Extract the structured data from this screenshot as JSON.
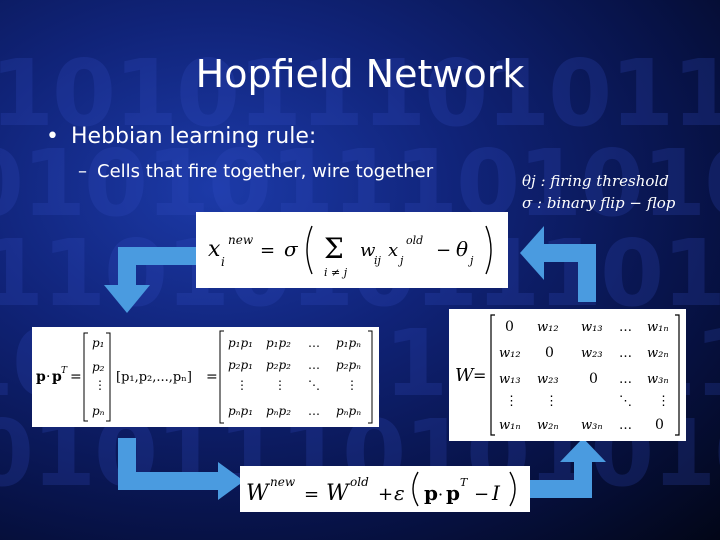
{
  "slide": {
    "title": "Hopfield Network",
    "bullet": "Hebbian learning rule:",
    "sub_bullet": "Cells that fire together, wire together",
    "notes": [
      "θj : firing threshold",
      "σ : binary flip − flop"
    ]
  },
  "equations": {
    "update": "x_i^new = σ( Σ_{i≠j} w_ij x_j^old − θ_j )",
    "outer_product": "p · p^T = [p1, p2, …, pn]^T [p1, p2, …, pn] = [[p1p1, p1p2, …, p1pn], [p2p1, p2p2, …, p2pn], …, [pnp1, pnp2, …, pnpn]]",
    "weights": "W = [[0, w12, w13, …, w1n], [w12, 0, w23, …, w2n], [w13, w23, 0, …, w3n], …, [w1n, w2n, w3n, …, 0]]",
    "learning": "W^new = W^old + ε (p · p^T − I)"
  },
  "colors": {
    "arrow": "#4a9be0"
  }
}
